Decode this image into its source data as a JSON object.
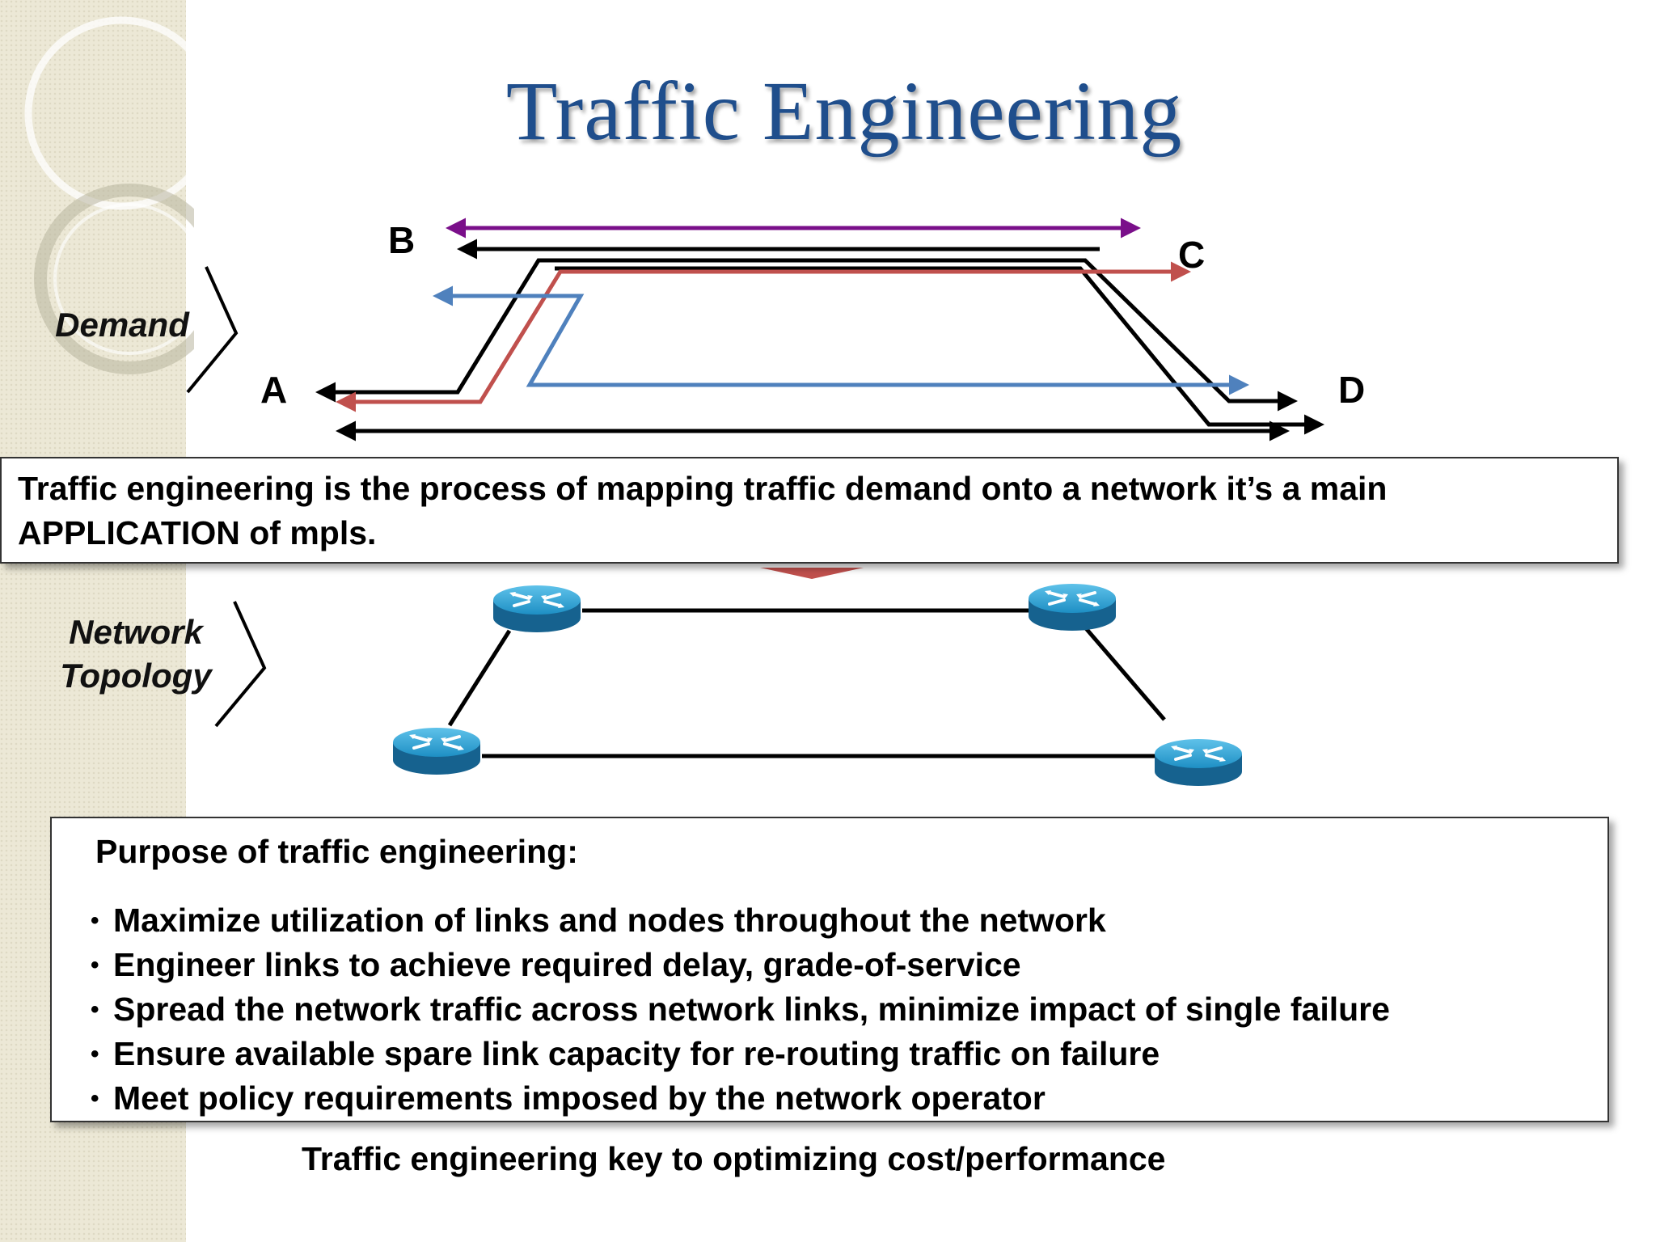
{
  "title": "Traffic Engineering",
  "diagram": {
    "demand_label": "Demand",
    "topology_label_line1": "Network",
    "topology_label_line2": "Topology",
    "nodes": {
      "a": "A",
      "b": "B",
      "c": "C",
      "d": "D"
    },
    "colors": {
      "purple": "#7a0f8a",
      "red": "#c0504d",
      "blue": "#4f81bd",
      "black": "#000000",
      "router": "#1e8fc4"
    }
  },
  "definition": {
    "line1": "Traffic engineering is the process of mapping traffic demand onto a network it’s  a main",
    "line2": "APPLICATION of mpls."
  },
  "purpose": {
    "title": "Purpose of traffic engineering:",
    "items": [
      "Maximize utilization of links and nodes throughout the network",
      "Engineer links to achieve required delay, grade-of-service",
      "Spread the network traffic across network links, minimize impact of single failure",
      "Ensure available spare link capacity for re-routing traffic on failure",
      "Meet policy requirements imposed by the network operator"
    ]
  },
  "footer": "Traffic engineering key to optimizing cost/performance"
}
